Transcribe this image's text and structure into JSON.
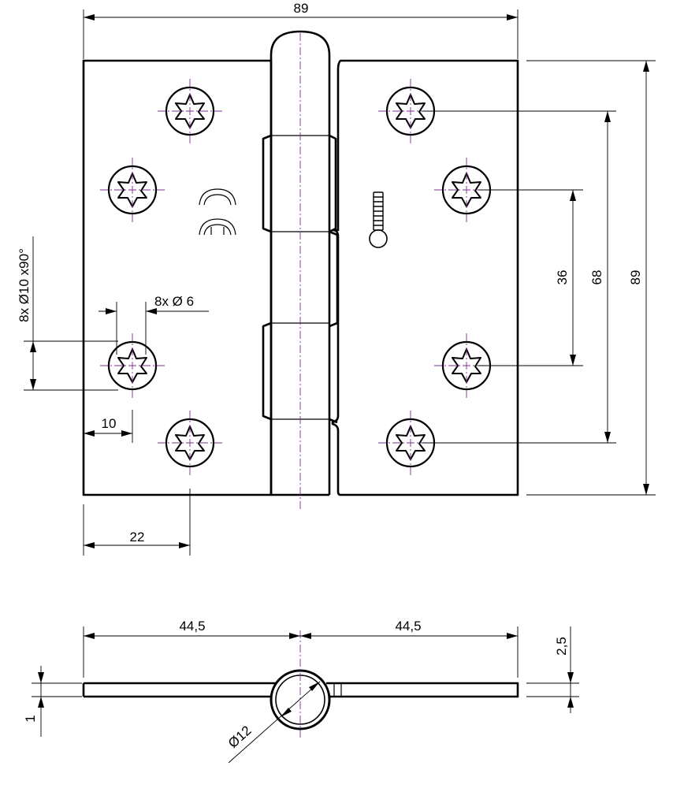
{
  "drawing": {
    "dimensions": {
      "overall_width": "89",
      "overall_height": "89",
      "outer_hole_spacing": "68",
      "inner_hole_spacing": "36",
      "countersink": "8x Ø10 x90°",
      "hole_diameter": "8x Ø 6",
      "hole_edge_offset": "10",
      "hole_offset_22": "22",
      "leaf_left": "44,5",
      "leaf_right": "44,5",
      "height_total": "2,5",
      "leaf_thickness": "1",
      "pin_diameter": "Ø12"
    },
    "colors": {
      "center_line": "#7a2f8f",
      "line": "#000000"
    },
    "marks": [
      "stamp-symbol-icon",
      "brand-logo-icon"
    ]
  }
}
